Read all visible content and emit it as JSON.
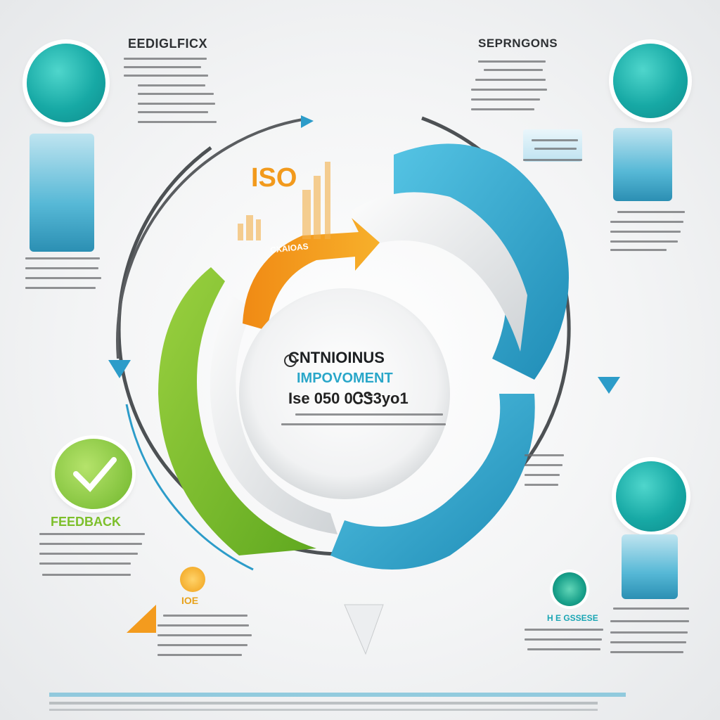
{
  "center": {
    "title": "CNTNIOINUS",
    "subtitle": "IMPOVOMENT",
    "code": "Ise  050 0ᏣᏕ3yo1"
  },
  "labels": {
    "iso": "ISO",
    "top_left_heading": "EEDIGLFICX",
    "top_right_heading": "SEPRNGONS",
    "feedback": "FEEDBACK",
    "orange_segment": "CXAIOAS",
    "bottom_right_tab": "H E GSSESE",
    "bottom_left_small": "IOE"
  },
  "colors": {
    "green": "#7cbf2a",
    "orange": "#f39b1e",
    "teal": "#1aa6b4",
    "blue": "#37a9d0",
    "grey_ring": "#5a5d60"
  },
  "icons": [
    "cycle-arrows",
    "pedestal-icon",
    "checkmark-icon",
    "target-icon"
  ]
}
